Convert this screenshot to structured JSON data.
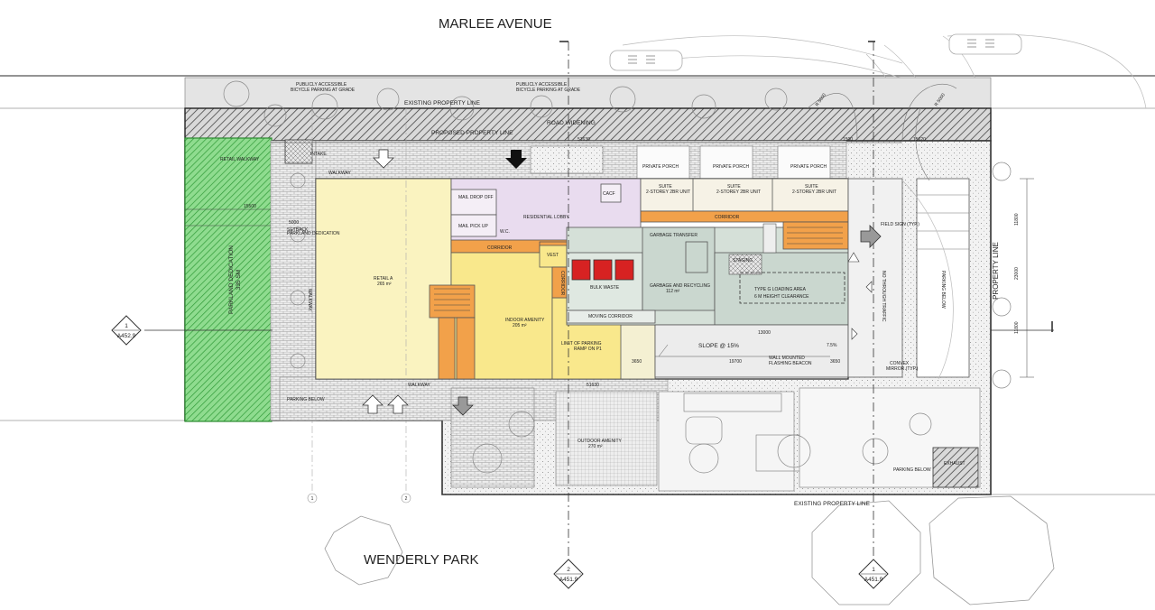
{
  "streets": {
    "north": "MARLEE AVENUE",
    "south": "WENDERLY PARK"
  },
  "property": {
    "existing_north": "EXISTING PROPERTY LINE",
    "proposed": "PROPOSED PROPERTY LINE",
    "existing_south": "EXISTING PROPERTY LINE",
    "east": "PROPERTY LINE",
    "road_widening": "ROAD WIDENING"
  },
  "bicycle_parking": {
    "left_line1": "PUBLICLY ACCESSIBLE",
    "left_line2": "BICYCLE PARKING AT GRADE",
    "right_line1": "PUBLICLY ACCESSIBLE",
    "right_line2": "BICYCLE PARKING AT GRADE"
  },
  "parkland": {
    "line1": "PARKLAND DEDICATION",
    "line2": "335 SM",
    "dedication_label": "PARKLAND DEDICATION",
    "setback": "SETBACK"
  },
  "rooms": {
    "retail": "RETAIL A",
    "retail_area": "265 m²",
    "indoor_amenity": "INDOOR AMENITY",
    "indoor_amenity_area": "205 m²",
    "residential_lobby": "RESIDENTIAL LOBBY",
    "mail_drop_off": "MAIL DROP OFF",
    "mail_pick_up": "MAIL PICK UP",
    "corridor_lobby": "CORRIDOR",
    "corridor_suites": "CORRIDOR",
    "garbage_recycling": "GARBAGE AND RECYCLING",
    "garbage_area": "112 m²",
    "garbage_transfer": "GARBAGE TRANSFER",
    "bulk_waste": "BULK WASTE",
    "moving_corridor": "MOVING CORRIDOR",
    "staging": "STAGING",
    "type_g_loading": "TYPE G LOADING AREA",
    "height_clearance": "6 M HEIGHT CLEARANCE",
    "vest": "VEST",
    "corridor_small": "CORRIDOR",
    "cacf": "CACF",
    "wc": "W.C.",
    "suite1": "SUITE",
    "suite2": "SUITE",
    "suite3": "SUITE",
    "suite_type": "2-STOREY 2BR UNIT",
    "private_porch": "PRIVATE PORCH",
    "outdoor_amenity": "OUTDOOR AMENITY",
    "outdoor_area": "270 m²",
    "exhaust": "EXHAUST",
    "parking_below": "PARKING BELOW",
    "parking_below_east": "PARKING BELOW",
    "intake": "INTAKE",
    "retail_walkway": "RETAIL WALKWAY",
    "walkway": "WALKWAY",
    "walkway_south": "WALKWAY",
    "walkway_west": "WALKWAY",
    "limit_parking_1": "LIMIT OF PARKING",
    "limit_parking_2": "RAMP ON P1",
    "slope": "SLOPE @ 15%",
    "slope_small": "7.5%",
    "wall_mounted_1": "WALL MOUNTED",
    "wall_mounted_2": "FLASHING BEACON",
    "convex_mirror_1": "CONVEX",
    "convex_mirror_2": "MIRROR (TYP.)",
    "field_sign": "FIELD SIGN (TYP.)",
    "no_through": "NO THROUGH TRAFFIC",
    "r_label_1": "R 5000",
    "r_label_2": "R 5000"
  },
  "dimensions": {
    "d1": "15500",
    "d2": "5000",
    "d3": "51630",
    "d4": "1500",
    "d5": "15620",
    "d6": "3650",
    "d7": "13000",
    "d8": "19700",
    "d9": "3650",
    "d10": "51630",
    "d11": "11800",
    "d12": "23000",
    "d13": "11800",
    "d14": "3650"
  },
  "callouts": {
    "west_num": "1",
    "west_ref": "A452.9",
    "south_num": "2",
    "south_ref": "A451.9",
    "east_num": "1",
    "east_ref": "A451.9"
  },
  "grid": {
    "g1": "1",
    "g2": "2"
  },
  "colors": {
    "retail_fill": "#faf3c0",
    "amenity_fill": "#f9e88c",
    "lobby_fill": "#e9dcef",
    "services_fill": "#d5e0d8",
    "corridor_fill": "#f2a14a",
    "suite_fill": "#f6f2e6",
    "parkland_fill": "#6fcf73",
    "bulk_waste_fill": "#d72222"
  }
}
